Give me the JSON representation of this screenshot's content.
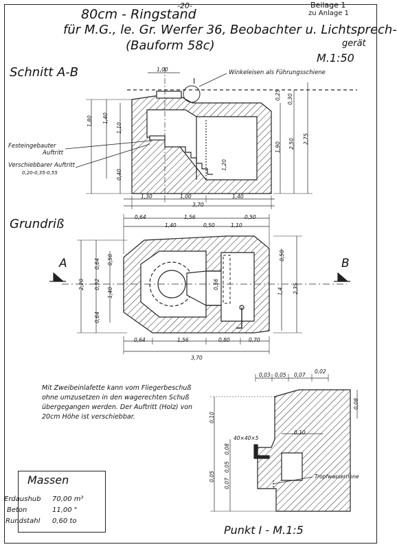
{
  "header": {
    "page_number": "-20-",
    "beilage": "Beilage 1",
    "anlage": "zu Anlage 1",
    "title_line1": "80cm - Ringstand",
    "title_line2": "für M.G., le. Gr. Werfer 36, Beobachter u. Lichtsprech-",
    "title_line2_cont": "gerät",
    "title_line3": "(Bauform 58c)",
    "scale": "M.1:50"
  },
  "section": {
    "label": "Schnitt A-B",
    "marker": "I",
    "annotations": {
      "winkeleisen": "Winkeleisen als Führungsschiene",
      "festeingebauter": "Festeingebauter",
      "auftritt": "Auftritt",
      "verschiebbarer": "Verschiebbarer Auftritt",
      "sizes": "0,20-0,35-0,55"
    },
    "dims": {
      "top_width": "1,00",
      "h_1_80": "1,80",
      "h_1_40": "1,40",
      "h_1_10": "1,10",
      "h_0_40": "0,40",
      "h_1_20": "1,20",
      "h_1_90": "1,90",
      "h_2_50": "2,50",
      "h_2_75": "2,75",
      "h_0_25": "0,25",
      "h_0_30": "0,30",
      "b_1_30": "1,30",
      "b_1_00": "1,00",
      "b_1_40": "1,40",
      "b_3_70": "3,70"
    }
  },
  "plan": {
    "label": "Grundriß",
    "marker_a": "A",
    "marker_b": "B",
    "dims": {
      "t_0_64": "0,64",
      "t_1_56": "1,56",
      "t_0_50": "0,50",
      "t_1_40": "1,40",
      "t_1_10": "1,10",
      "t_0_50b": "0,50",
      "l_0_64": "0,64",
      "l_0_92": "0,92",
      "l_2_20": "2,20",
      "l_1_40": "1,40",
      "l_0_64b": "0,64",
      "l_0_50": "0,50",
      "r_1_4": "1,4",
      "r_2_35": "2,35",
      "r_0_50": "0,50",
      "m_0_56": "0,56",
      "b_0_64": "0,64",
      "b_1_56": "1,56",
      "b_0_80": "0,80",
      "b_0_70": "0,70",
      "b_3_70": "3,70"
    }
  },
  "note_lines": [
    "Mit Zweibeinlafette kann vom Fliegerbeschuß",
    "ohne umzusetzen in den wagerechten Schuß",
    "übergegangen werden. Der Auftritt (Holz) von",
    "20cm Höhe ist verschiebbar."
  ],
  "massen": {
    "title": "Massen",
    "rows": [
      {
        "label": "Erdaushub",
        "value": "70,00 m³"
      },
      {
        "label": "Beton",
        "value": "11,00 \""
      },
      {
        "label": "Rundstahl",
        "value": "0,60 to"
      }
    ]
  },
  "detail": {
    "title": "Punkt I - M.1:5",
    "angle_label": "40×40×5",
    "drain_label": "Tropfwasserrinne",
    "dims": {
      "d_0_03": "0,03",
      "d_0_05": "0,05",
      "d_0_07": "0,07",
      "d_0_02": "0,02",
      "d_0_08": "0,08",
      "d_0_10v": "0,10",
      "d_0_10h": "0,10",
      "d_0_08b": "0,08",
      "d_0_05b": "0,05",
      "d_0_07b": "0,07",
      "d_0_05c": "0,05"
    }
  }
}
